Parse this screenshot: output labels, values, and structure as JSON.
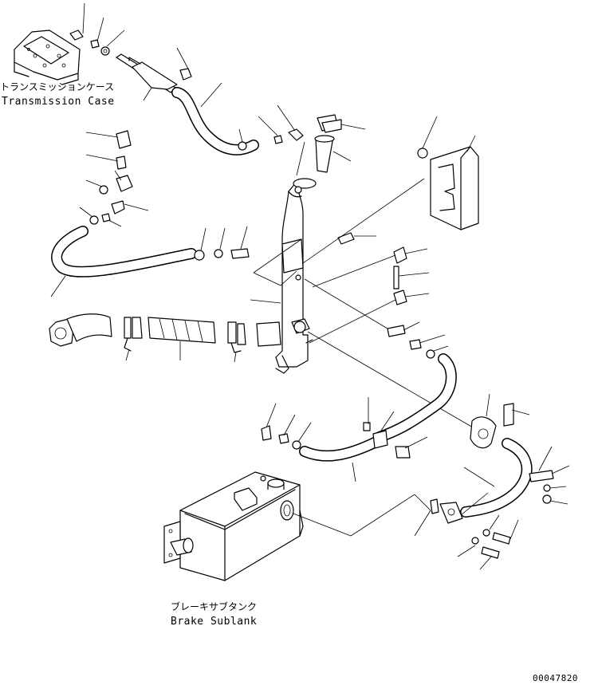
{
  "labels": {
    "transmission_case_jp": "トランスミッションケース",
    "transmission_case_en": "Transmission Case",
    "brake_subtank_jp": "ブレーキサブタンク",
    "brake_subtank_en": "Brake Sublank",
    "drawing_number": "00047820"
  }
}
